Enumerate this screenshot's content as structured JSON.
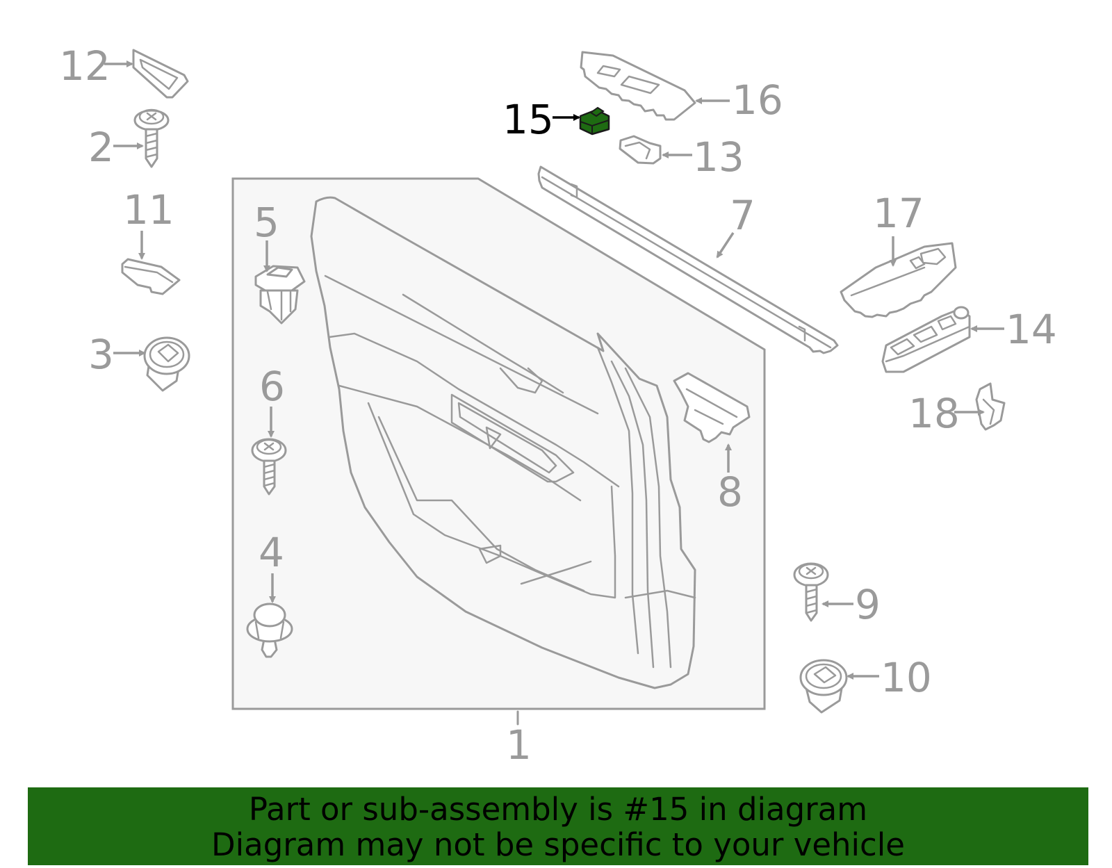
{
  "diagram": {
    "callouts": [
      {
        "id": "1",
        "text": "1"
      },
      {
        "id": "2",
        "text": "2"
      },
      {
        "id": "3",
        "text": "3"
      },
      {
        "id": "4",
        "text": "4"
      },
      {
        "id": "5",
        "text": "5"
      },
      {
        "id": "6",
        "text": "6"
      },
      {
        "id": "7",
        "text": "7"
      },
      {
        "id": "8",
        "text": "8"
      },
      {
        "id": "9",
        "text": "9"
      },
      {
        "id": "10",
        "text": "10"
      },
      {
        "id": "11",
        "text": "11"
      },
      {
        "id": "12",
        "text": "12"
      },
      {
        "id": "13",
        "text": "13"
      },
      {
        "id": "14",
        "text": "14"
      },
      {
        "id": "15",
        "text": "15"
      },
      {
        "id": "16",
        "text": "16"
      },
      {
        "id": "17",
        "text": "17"
      },
      {
        "id": "18",
        "text": "18"
      }
    ],
    "highlighted_part": "15",
    "colors": {
      "line": "#9a9a9a",
      "highlight_fill": "#1e6b12",
      "panel_fill": "#f7f7f7",
      "banner_bg": "#1e6b12",
      "text_highlight": "#000000"
    }
  },
  "banner": {
    "line1": "Part or sub-assembly is #15 in diagram",
    "line2": "Diagram may not be specific to your vehicle"
  }
}
